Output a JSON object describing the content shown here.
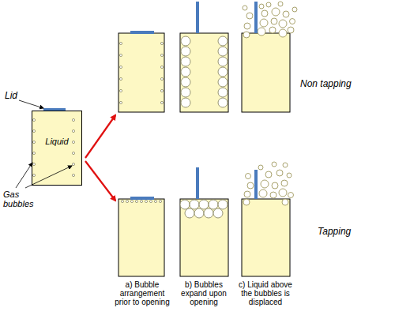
{
  "diagram": {
    "nodes": [
      {
        "text": [
          "Liquid"
        ]
      }
    ],
    "labels": [
      "Lid",
      "Gas bubbles",
      "Non tapping",
      "Tapping",
      "a) Bubble arrangement prior to opening",
      "b) Bubbles expand upon opening",
      "c) Liquid above the bubbles is displaced"
    ]
  }
}
